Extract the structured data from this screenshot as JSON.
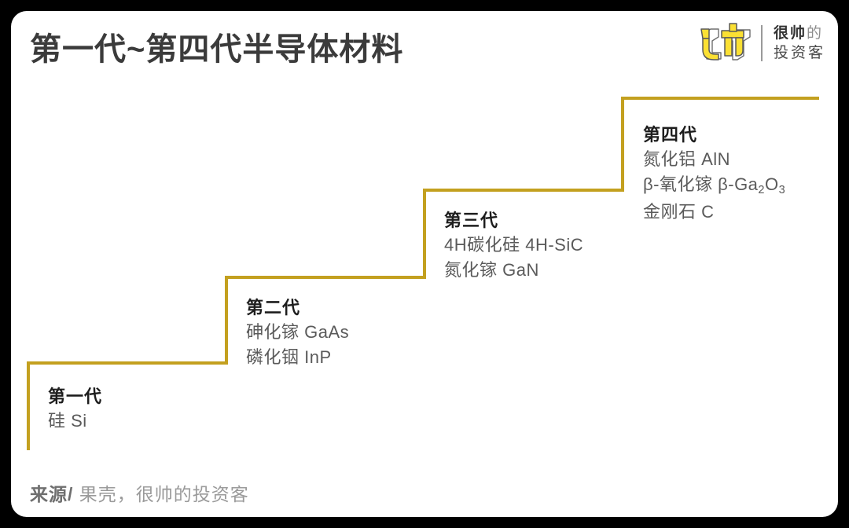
{
  "header": {
    "title": "第一代~第四代半导体材料",
    "brand": {
      "mark_icon": "shuai-logo-icon",
      "name_line1_bold": "很帅",
      "name_line1_light": "的",
      "name_line2": "投资客"
    }
  },
  "colors": {
    "frame": "#000000",
    "card": "#ffffff",
    "accent_gold": "#c3a01f",
    "title_text": "#3b3b3b",
    "step_title_text": "#1d1d1d",
    "step_body_text": "#5a5a5a",
    "source_text": "#9a9a9a"
  },
  "chart_data": {
    "type": "diagram",
    "title": "第一代~第四代半导体材料",
    "style": "ascending staircase",
    "steps": [
      {
        "generation": "第一代",
        "materials": [
          {
            "name": "硅",
            "formula": "Si"
          }
        ]
      },
      {
        "generation": "第二代",
        "materials": [
          {
            "name": "砷化镓",
            "formula": "GaAs"
          },
          {
            "name": "磷化铟",
            "formula": "InP"
          }
        ]
      },
      {
        "generation": "第三代",
        "materials": [
          {
            "name": "4H碳化硅",
            "formula": "4H-SiC"
          },
          {
            "name": "氮化镓",
            "formula": "GaN"
          }
        ]
      },
      {
        "generation": "第四代",
        "materials": [
          {
            "name": "氮化铝",
            "formula": "AlN"
          },
          {
            "name": "β-氧化镓",
            "formula": "β-Ga2O3"
          },
          {
            "name": "金刚石",
            "formula": "C"
          }
        ]
      }
    ]
  },
  "steps": {
    "gen1": {
      "title": "第一代",
      "line1": "硅 Si"
    },
    "gen2": {
      "title": "第二代",
      "line1": "砷化镓 GaAs",
      "line2": "磷化铟 InP"
    },
    "gen3": {
      "title": "第三代",
      "line1": "4H碳化硅 4H-SiC",
      "line2": "氮化镓 GaN"
    },
    "gen4": {
      "title": "第四代",
      "line1": "氮化铝 AlN",
      "line2_pre": "β-氧化镓 β-Ga",
      "line2_sub1": "2",
      "line2_mid": "O",
      "line2_sub2": "3",
      "line3": "金刚石 C"
    }
  },
  "footer": {
    "source_label": "来源/",
    "source_value": "果壳，很帅的投资客"
  }
}
